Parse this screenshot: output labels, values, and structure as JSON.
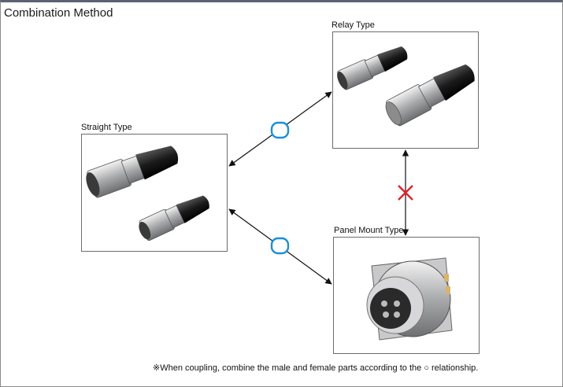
{
  "title": "Combination Method",
  "panels": {
    "relay": {
      "label": "Relay Type"
    },
    "straight": {
      "label": "Straight Type"
    },
    "panel_mount": {
      "label": "Panel Mount Type"
    }
  },
  "links": {
    "straight_relay": {
      "mark": "circle",
      "meaning": "compatible"
    },
    "straight_panel": {
      "mark": "circle",
      "meaning": "compatible"
    },
    "relay_panel": {
      "mark": "cross",
      "meaning": "not compatible"
    }
  },
  "note": "※When coupling, combine the male and female parts according to the ○ relationship.",
  "colors": {
    "circle_mark": "#1a8fd8",
    "cross_mark": "#e0232b",
    "arrow": "#111111",
    "header_bar": "#5a6272"
  }
}
